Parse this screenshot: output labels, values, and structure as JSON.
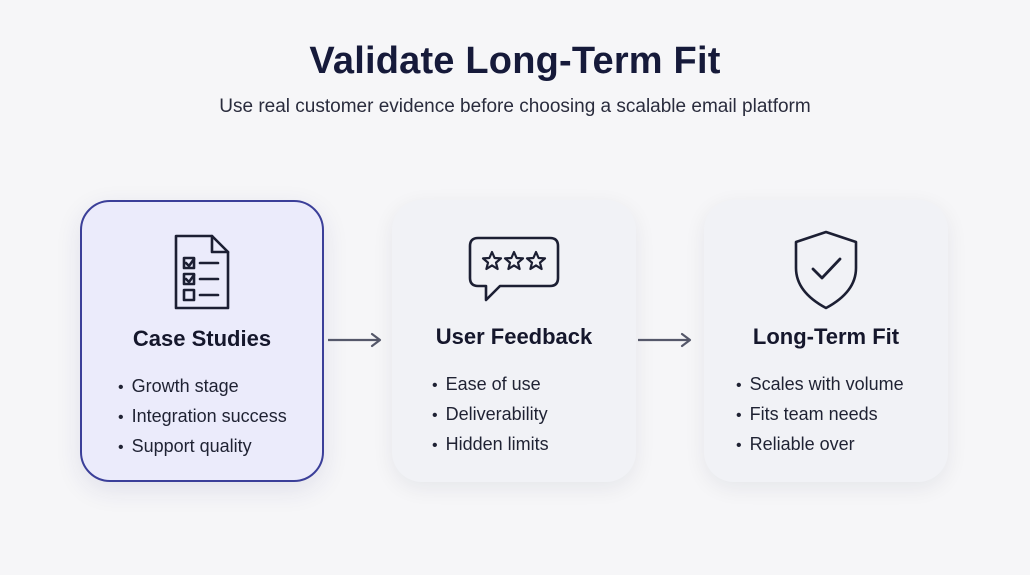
{
  "header": {
    "title": "Validate Long-Term Fit",
    "subtitle": "Use real customer evidence before choosing a scalable email platform"
  },
  "cards": [
    {
      "title": "Case Studies",
      "icon": "checklist-document-icon",
      "items": [
        "Growth stage",
        "Integration success",
        "Support quality"
      ]
    },
    {
      "title": "User Feedback",
      "icon": "star-rating-chat-icon",
      "items": [
        "Ease of use",
        "Deliverability",
        "Hidden limits"
      ]
    },
    {
      "title": "Long-Term Fit",
      "icon": "shield-check-icon",
      "items": [
        "Scales with volume",
        "Fits team needs",
        "Reliable over"
      ]
    }
  ],
  "colors": {
    "background": "#f6f6f8",
    "highlight_border": "#3b3f99",
    "highlight_fill": "#ebebfb",
    "card_fill": "#f1f2f6",
    "arrow": "#55586a"
  }
}
